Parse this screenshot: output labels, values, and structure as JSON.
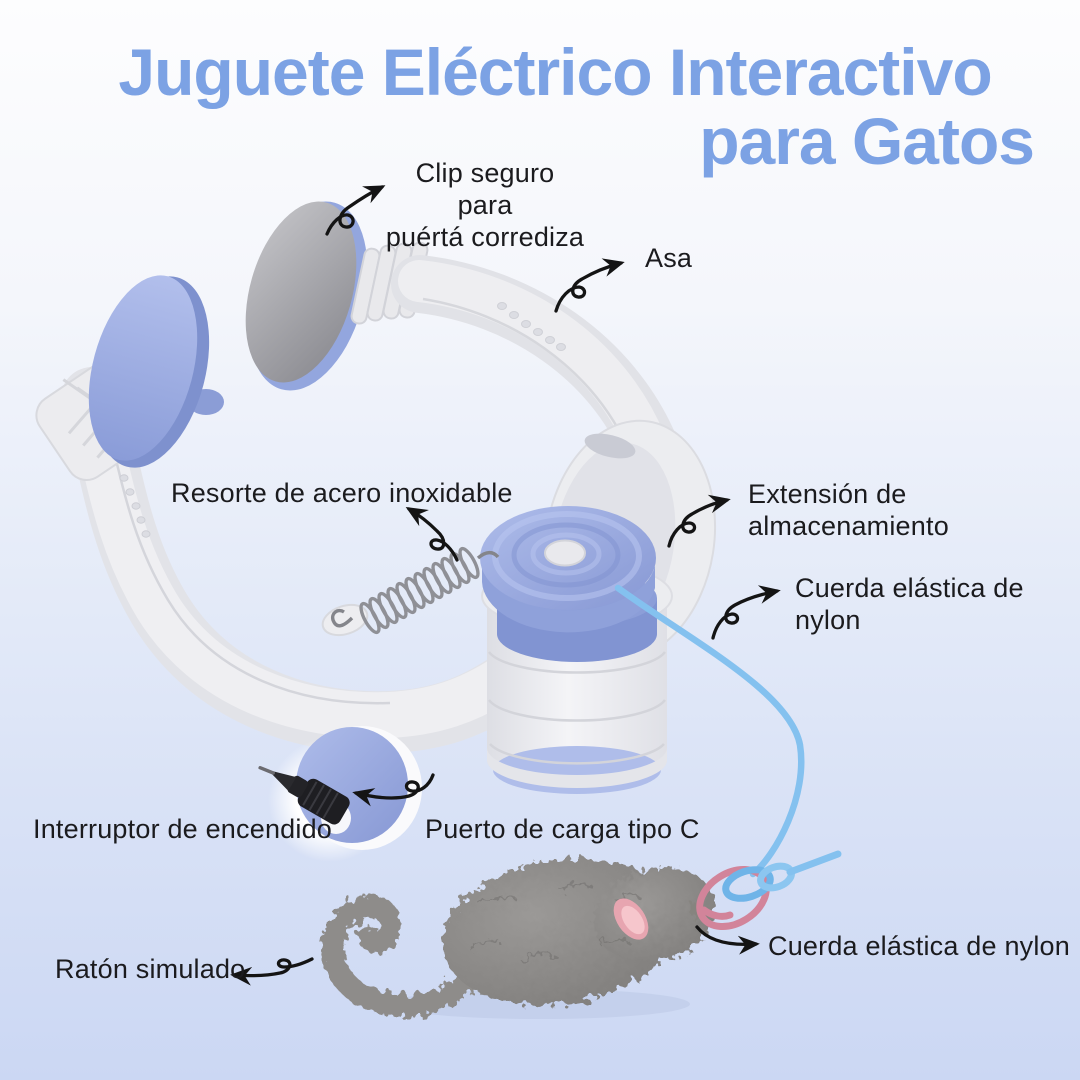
{
  "page": {
    "background_top": "#FDFDFE",
    "background_bottom": "#CBD7F3",
    "accent_blue": "#7CA2E4",
    "label_color": "#1B1B1E"
  },
  "title": {
    "line1": "Juguete Eléctrico Interactivo",
    "line2": "para Gatos"
  },
  "labels": {
    "clip": "Clip seguro para\npuértá corrediza",
    "handle": "Asa",
    "spring": "Resorte de acero inoxidable",
    "storage_extension": "Extensión de almacenamiento",
    "cord_upper": "Cuerda elástica de nylon",
    "power_switch": "Interruptor de encendido",
    "charging_port": "Puerto de carga tipo C",
    "mouse": "Ratón simulado",
    "cord_lower": "Cuerda elástica de nylon"
  }
}
